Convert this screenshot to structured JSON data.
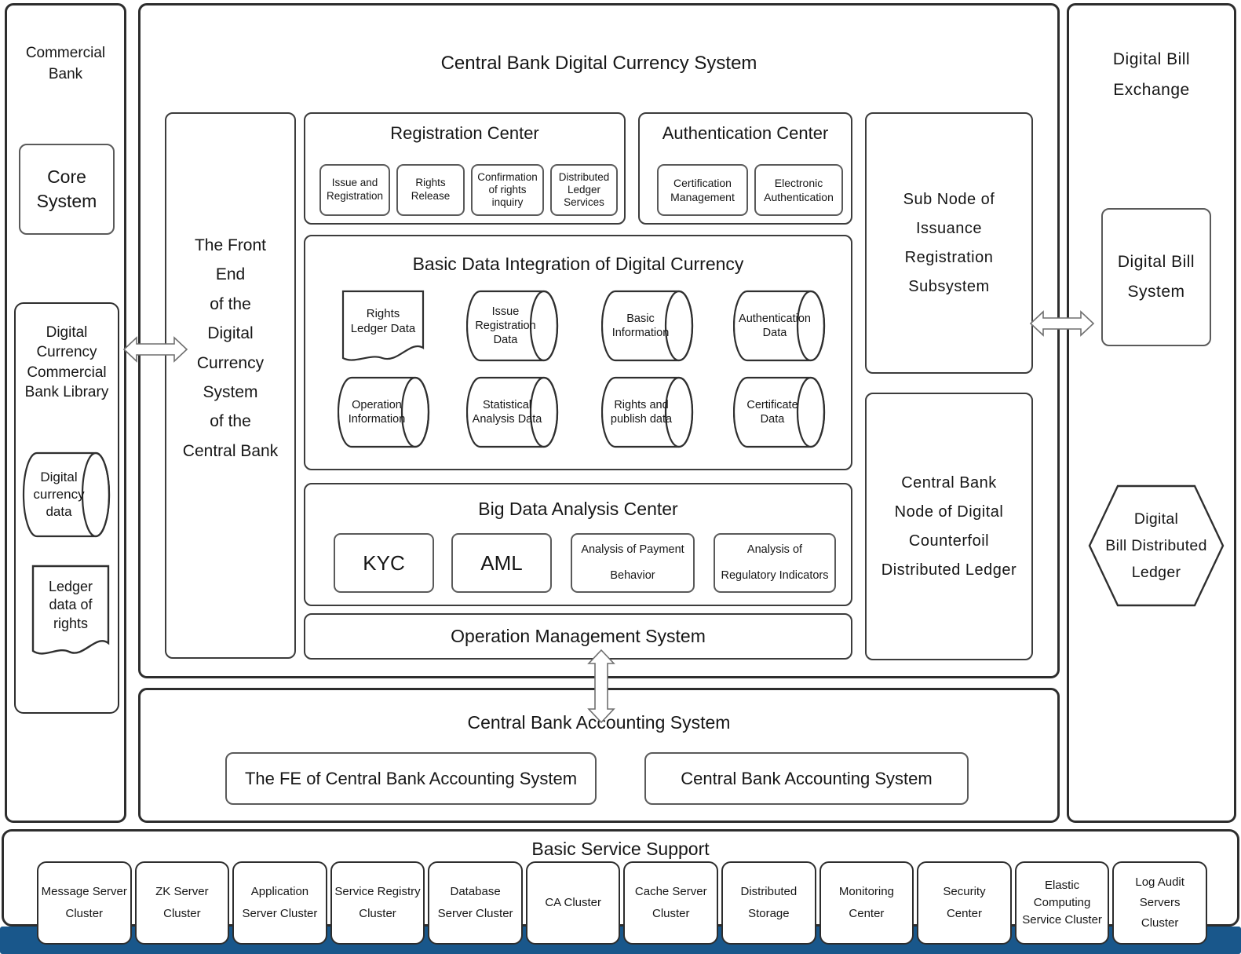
{
  "colors": {
    "bottom_bar": "#19578b",
    "border_dark": "#2d2d2d",
    "border_light": "#5a5a5a",
    "text": "#161616"
  },
  "commercial_bank": {
    "title": "Commercial\nBank",
    "core_system": "Core\nSystem",
    "library": {
      "title": "Digital\nCurrency\nCommercial\nBank Library",
      "digital_currency_data": "Digital\ncurrency\ndata",
      "ledger_data": "Ledger\ndata of\nrights"
    }
  },
  "cbdc": {
    "title": "Central Bank Digital Currency System",
    "front_end": "The Front\nEnd\nof the\nDigital\nCurrency\nSystem\nof the\nCentral Bank",
    "registration": {
      "title": "Registration Center",
      "items": [
        "Issue and\nRegistration",
        "Rights\nRelease",
        "Confirmation\nof rights\ninquiry",
        "Distributed\nLedger\nServices"
      ]
    },
    "authentication": {
      "title": "Authentication Center",
      "items": [
        "Certification\nManagement",
        "Electronic\nAuthentication"
      ]
    },
    "basic_data": {
      "title": "Basic Data Integration of Digital Currency",
      "document": "Rights\nLedger Data",
      "cylinders": [
        "Issue\nRegistration\nData",
        "Basic\nInformation",
        "Authentication\nData",
        "Operation\nInformation",
        "Statistical\nAnalysis Data",
        "Rights and\npublish data",
        "Certificate\nData"
      ]
    },
    "big_data": {
      "title": "Big Data Analysis Center",
      "items": [
        "KYC",
        "AML",
        "Analysis of Payment\nBehavior",
        "Analysis of\nRegulatory Indicators"
      ]
    },
    "operation_mgmt": "Operation Management System",
    "sub_node": "Sub Node of\nIssuance\nRegistration\nSubsystem",
    "central_node": "Central Bank\nNode of Digital\nCounterfoil\nDistributed Ledger"
  },
  "accounting": {
    "title": "Central Bank Accounting System",
    "front_end": "The FE of Central Bank Accounting System",
    "system": "Central Bank Accounting System"
  },
  "bill_exchange": {
    "title": "Digital Bill\nExchange",
    "bill_system": "Digital Bill\nSystem",
    "bill_ledger": "Digital\nBill Distributed\nLedger"
  },
  "basic_service": {
    "title": "Basic Service Support",
    "clusters": [
      "Message Server\nCluster",
      "ZK Server\nCluster",
      "Application\nServer Cluster",
      "Service Registry\nCluster",
      "Database\nServer Cluster",
      "CA Cluster",
      "Cache Server\nCluster",
      "Distributed\nStorage",
      "Monitoring\nCenter",
      "Security\nCenter",
      "Elastic\nComputing\nService Cluster",
      "Log Audit\nServers\nCluster"
    ]
  }
}
